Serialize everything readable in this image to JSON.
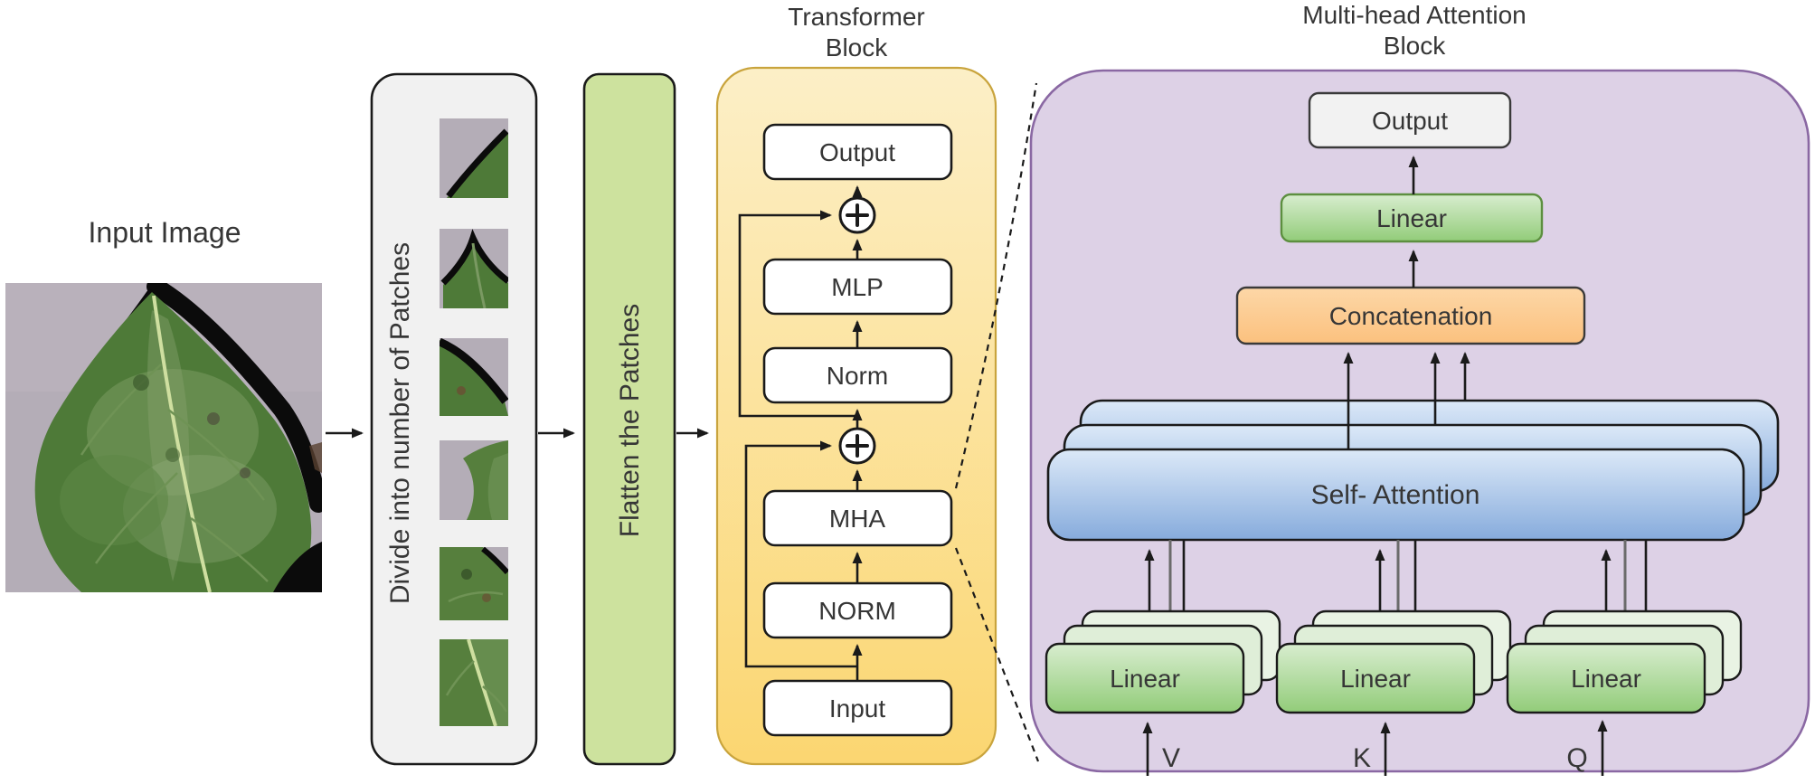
{
  "input_image": {
    "label": "Input Image"
  },
  "patch_panel": {
    "rotated_label": "Divide into number of Patches"
  },
  "flatten_bar": {
    "rotated_label": "Flatten the Patches"
  },
  "transformer_block": {
    "title1": "Transformer",
    "title2": "Block",
    "output": "Output",
    "mlp": "MLP",
    "norm": "Norm",
    "mha": "MHA",
    "norm_caps": "NORM",
    "input": "Input"
  },
  "attention_block": {
    "title1": "Multi-head Attention",
    "title2": "Block",
    "output": "Output",
    "linear": "Linear",
    "concatenation": "Concatenation",
    "self_attention": "Self- Attention",
    "v": "V",
    "k": "K",
    "q": "Q"
  },
  "colors": {
    "panel_fill": "#F1F1F1",
    "flatten_fill": "#CDE29E",
    "transformer_fill_top": "#FCEFC7",
    "transformer_fill_bottom": "#FBD671",
    "transformer_stroke": "#C9A43D",
    "purple_fill": "#DDD1E6",
    "purple_stroke": "#8A68A3",
    "blue_fill_top": "#DCE9F8",
    "blue_fill_bottom": "#86ABDC",
    "green_fill_top": "#D8EDCF",
    "green_fill_bottom": "#92CC79",
    "green_back_fill": "#E9F3E4",
    "green_mid_fill": "#DFEED8",
    "concat_fill_top": "#FDD7A7",
    "concat_fill_bottom": "#FBC17E",
    "gray_box_fill": "#F2F2F2",
    "white_box_fill": "#FFFFFF",
    "photo_bg": "#B4ADB7",
    "leaf_green": "#4E7A38"
  }
}
